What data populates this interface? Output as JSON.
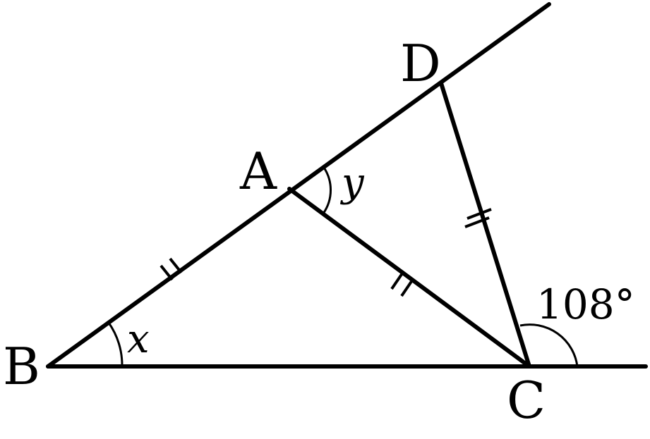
{
  "points": {
    "A": "A",
    "B": "B",
    "C": "C",
    "D": "D"
  },
  "angles": {
    "x": "x",
    "y": "y",
    "exterior_C": "108°"
  },
  "congruent_marks": [
    "BA",
    "AC",
    "CD"
  ]
}
